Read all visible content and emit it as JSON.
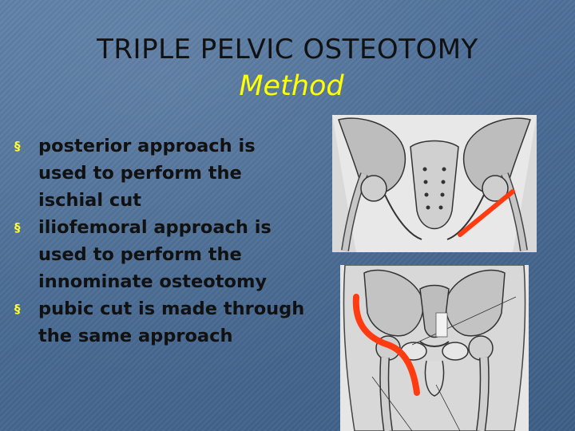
{
  "slide": {
    "title": "TRIPLE PELVIC OSTEOTOMY",
    "subtitle": "Method",
    "bullets": [
      "posterior approach is used to perform the ischial cut",
      "iliofemoral approach is used to perform the innominate osteotomy",
      "pubic cut is made through the same approach"
    ],
    "bullet_symbol": "§",
    "colors": {
      "title": "#111111",
      "subtitle": "#ffff00",
      "bullet_mark": "#ffff33",
      "incision": "#ff3b12"
    }
  }
}
